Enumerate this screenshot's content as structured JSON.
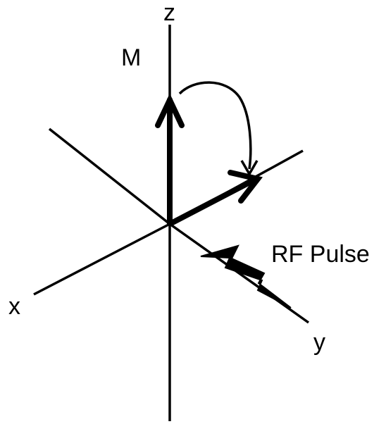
{
  "labels": {
    "z_axis": "z",
    "x_axis": "x",
    "y_axis": "y",
    "magnetization": "M",
    "rf_pulse": "RF Pulse"
  },
  "colors": {
    "ink": "#000000",
    "background": "#ffffff"
  },
  "icons": {
    "rf_pulse": "lightning-bolt-icon",
    "rotation": "curved-arrow-icon"
  }
}
